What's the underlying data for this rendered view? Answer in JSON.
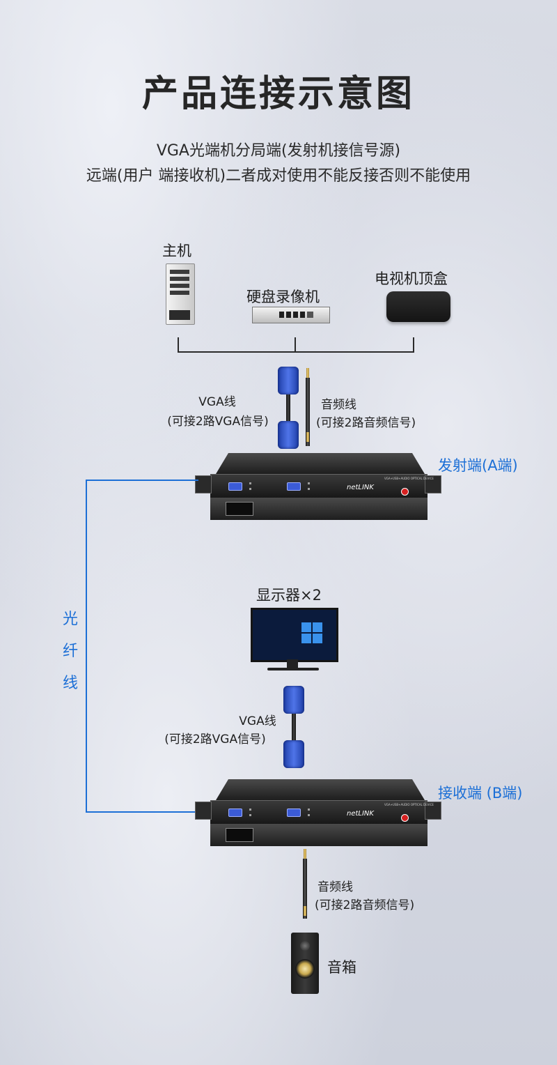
{
  "title": "产品连接示意图",
  "subtitle_line1": "VGA光端机分局端(发射机接信号源)",
  "subtitle_line2": "远端(用户 端接收机)二者成对使用不能反接否则不能使用",
  "sources": {
    "host": "主机",
    "dvr": "硬盘录像机",
    "stb": "电视机顶盒"
  },
  "top_cables": {
    "vga_line1": "VGA线",
    "vga_line2": "(可接2路VGA信号)",
    "audio_line1": "音频线",
    "audio_line2": "(可接2路音频信号)"
  },
  "transmitter": {
    "label": "发射端(A端)",
    "logo": "netLINK",
    "model_text": "VGA+USB+AUDIO OPTICAL DEVICE"
  },
  "fiber": {
    "char1": "光",
    "char2": "纤",
    "char3": "线"
  },
  "monitor": {
    "label": "显示器×2"
  },
  "bottom_vga": {
    "line1": "VGA线",
    "line2": "(可接2路VGA信号)"
  },
  "receiver": {
    "label": "接收端 (B端)",
    "logo": "netLINK",
    "model_text": "VGA+USB+AUDIO OPTICAL DEVICE"
  },
  "bottom_audio": {
    "line1": "音频线",
    "line2": "(可接2路音频信号)"
  },
  "speaker": {
    "label": "音箱"
  },
  "colors": {
    "accent": "#1c6fd6",
    "vga_blue": "#2f54d0",
    "device_black": "#1e1e1e"
  }
}
